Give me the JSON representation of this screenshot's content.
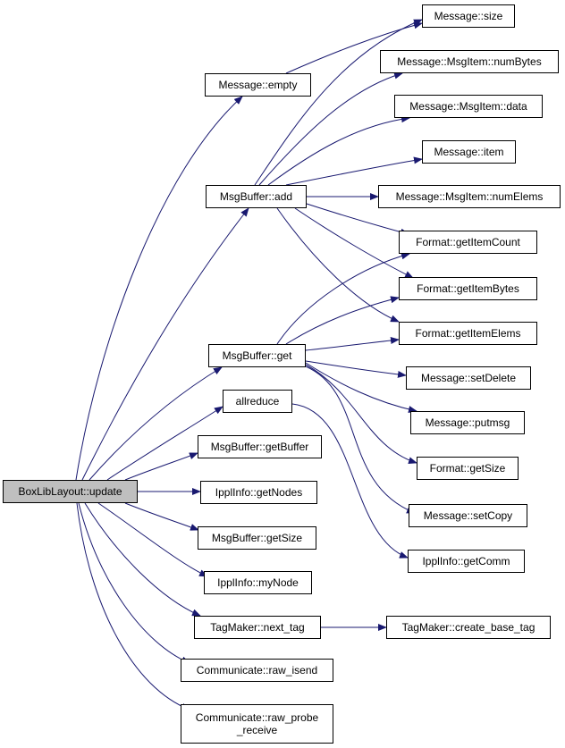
{
  "colors": {
    "edge": "#191970",
    "node_border": "#000000",
    "root_fill": "#bfbfbf",
    "node_fill": "#ffffff"
  },
  "nodes": {
    "n_root": "BoxLibLayout::update",
    "n_empty": "Message::empty",
    "n_add": "MsgBuffer::add",
    "n_get": "MsgBuffer::get",
    "n_allreduce": "allreduce",
    "n_getbuffer": "MsgBuffer::getBuffer",
    "n_getnodes": "IpplInfo::getNodes",
    "n_getsize": "MsgBuffer::getSize",
    "n_mynode": "IpplInfo::myNode",
    "n_nexttag": "TagMaker::next_tag",
    "n_rawisend": "Communicate::raw_isend",
    "n_rawprobe": "Communicate::raw_probe\n_receive",
    "n_msize": "Message::size",
    "n_numbytes": "Message::MsgItem::numBytes",
    "n_data": "Message::MsgItem::data",
    "n_item": "Message::item",
    "n_numelems": "Message::MsgItem::numElems",
    "n_itemcount": "Format::getItemCount",
    "n_itembytes": "Format::getItemBytes",
    "n_itemelems": "Format::getItemElems",
    "n_setdelete": "Message::setDelete",
    "n_putmsg": "Message::putmsg",
    "n_fgetsize": "Format::getSize",
    "n_setcopy": "Message::setCopy",
    "n_getcomm": "IpplInfo::getComm",
    "n_createbase": "TagMaker::create_base_tag"
  }
}
